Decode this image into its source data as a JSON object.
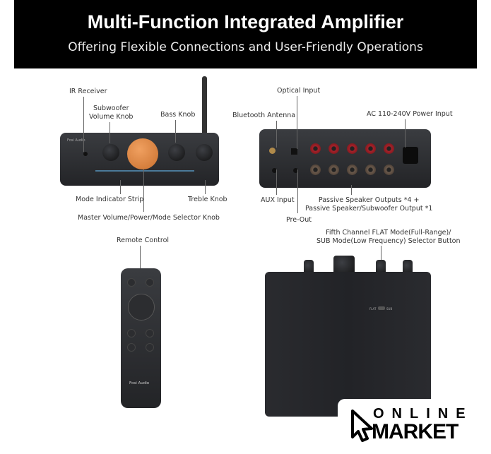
{
  "header": {
    "title": "Multi-Function Integrated Amplifier",
    "subtitle": "Offering Flexible Connections and User-Friendly Operations"
  },
  "front_labels": {
    "ir": "IR Receiver",
    "sub_line1": "Subwoofer",
    "sub_line2": "Volume Knob",
    "bass": "Bass Knob",
    "strip": "Mode Indicator Strip",
    "treble": "Treble Knob",
    "master": "Master Volume/Power/Mode Selector Knob"
  },
  "rear_labels": {
    "optical": "Optical Input",
    "bt": "Bluetooth Antenna",
    "ac": "AC 110-240V Power Input",
    "aux": "AUX Input",
    "passive_line1": "Passive Speaker Outputs *4 +",
    "passive_line2": "Passive Speaker/Subwoofer Output *1",
    "preout": "Pre-Out"
  },
  "remote": {
    "label": "Remote Control",
    "brand": "Fosi Audio"
  },
  "bottom": {
    "label_line1": "Fifth Channel FLAT Mode(Full-Range)/",
    "label_line2": "SUB Mode(Low Frequency) Selector Button",
    "switch_left": "FLAT",
    "switch_right": "SUB"
  },
  "device": {
    "brand": "Fosi Audio"
  },
  "watermark": {
    "line1": "ONLINE",
    "line2": "MARKET"
  }
}
